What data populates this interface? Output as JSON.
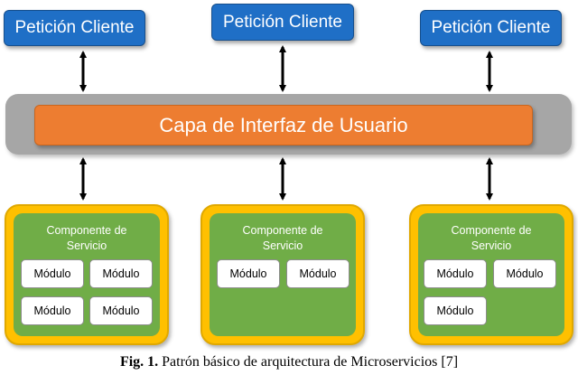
{
  "clients": [
    "Petición Cliente",
    "Petición Cliente",
    "Petición Cliente"
  ],
  "ui_layer": "Capa de Interfaz de Usuario",
  "services": [
    {
      "title_line1": "Componente de",
      "title_line2": "Servicio",
      "modules": [
        "Módulo",
        "Módulo",
        "Módulo",
        "Módulo"
      ]
    },
    {
      "title_line1": "Componente de",
      "title_line2": "Servicio",
      "modules": [
        "Módulo",
        "Módulo"
      ]
    },
    {
      "title_line1": "Componente de",
      "title_line2": "Servicio",
      "modules": [
        "Módulo",
        "Módulo",
        "Módulo"
      ]
    }
  ],
  "caption": {
    "label": "Fig. 1.",
    "text": " Patrón básico de arquitectura de Microservicios [7]"
  },
  "colors": {
    "client": "#1f6fc6",
    "ui_band": "#a6a6a6",
    "ui_layer": "#ed7d31",
    "service_outer": "#ffc000",
    "service_inner": "#70ad47",
    "module": "#ffffff"
  }
}
